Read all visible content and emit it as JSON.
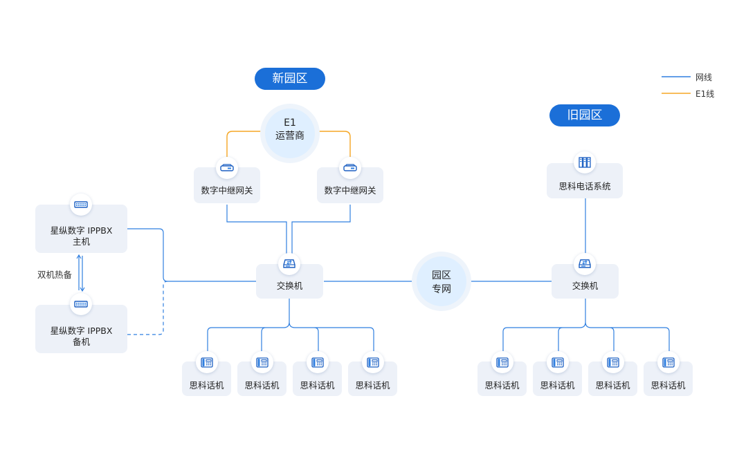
{
  "legend": {
    "network_line": "网线",
    "e1_line": "E1线",
    "network_color": "#2f7fe0",
    "e1_color": "#f5a623"
  },
  "regions": {
    "new_campus": "新园区",
    "old_campus": "旧园区"
  },
  "hubs": {
    "carrier": {
      "line1": "E1",
      "line2": "运营商"
    },
    "private_net": {
      "line1": "园区",
      "line2": "专网"
    }
  },
  "nodes": {
    "gateway_left": {
      "label": "数字中继网关",
      "icon": "gateway-icon"
    },
    "gateway_right": {
      "label": "数字中继网关",
      "icon": "gateway-icon"
    },
    "ippbx_main": {
      "line1": "星纵数字 IPPBX",
      "line2": "主机",
      "icon": "ippbx-icon"
    },
    "ippbx_backup": {
      "line1": "星纵数字 IPPBX",
      "line2": "备机",
      "icon": "ippbx-icon"
    },
    "hot_standby": "双机热备",
    "switch_new": {
      "label": "交换机",
      "icon": "switch-icon"
    },
    "switch_old": {
      "label": "交换机",
      "icon": "switch-icon"
    },
    "legacy_system": {
      "label": "思科电话系统",
      "icon": "server-icon"
    },
    "phones_new": [
      "思科话机",
      "思科话机",
      "思科话机",
      "思科话机"
    ],
    "phones_old": [
      "思科话机",
      "思科话机",
      "思科话机",
      "思科话机"
    ]
  }
}
